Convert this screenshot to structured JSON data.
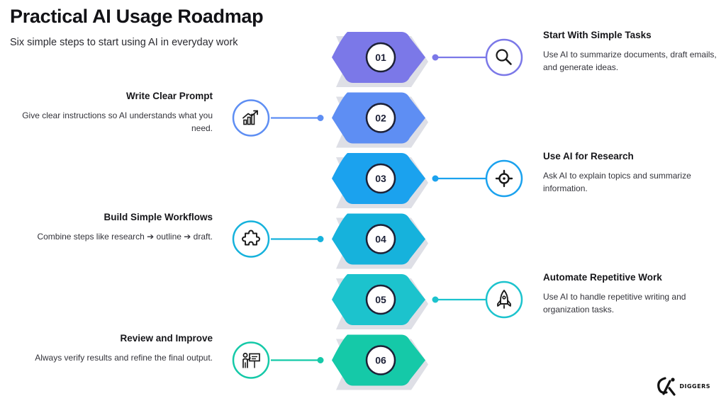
{
  "header": {
    "title": "Practical AI Usage Roadmap",
    "subtitle": "Six simple steps to start using AI in everyday work"
  },
  "steps": [
    {
      "number": "01",
      "side": "right",
      "color": "#7B78E8",
      "icon": "search-icon",
      "heading": "Start With Simple Tasks",
      "description": "Use AI to summarize documents, draft emails, and generate ideas."
    },
    {
      "number": "02",
      "side": "left",
      "color": "#5E8EF3",
      "icon": "growth-chart-icon",
      "heading": "Write Clear Prompt",
      "description": "Give clear instructions so AI understands what you need."
    },
    {
      "number": "03",
      "side": "right",
      "color": "#1BA2EE",
      "icon": "target-icon",
      "heading": "Use AI for Research",
      "description": "Ask AI to explain topics and summarize information."
    },
    {
      "number": "04",
      "side": "left",
      "color": "#16B2DC",
      "icon": "puzzle-icon",
      "heading": "Build Simple Workflows",
      "description": "Combine steps like research ➔ outline ➔ draft."
    },
    {
      "number": "05",
      "side": "right",
      "color": "#1CC3CD",
      "icon": "rocket-icon",
      "heading": "Automate Repetitive Work",
      "description": "Use AI to handle repetitive writing and organization tasks."
    },
    {
      "number": "06",
      "side": "left",
      "color": "#15C9A8",
      "icon": "presentation-icon",
      "heading": "Review and Improve",
      "description": "Always verify results and refine the final output."
    }
  ],
  "logo": {
    "text": "DIGGERS",
    "icon": "diggers-logo-icon"
  }
}
